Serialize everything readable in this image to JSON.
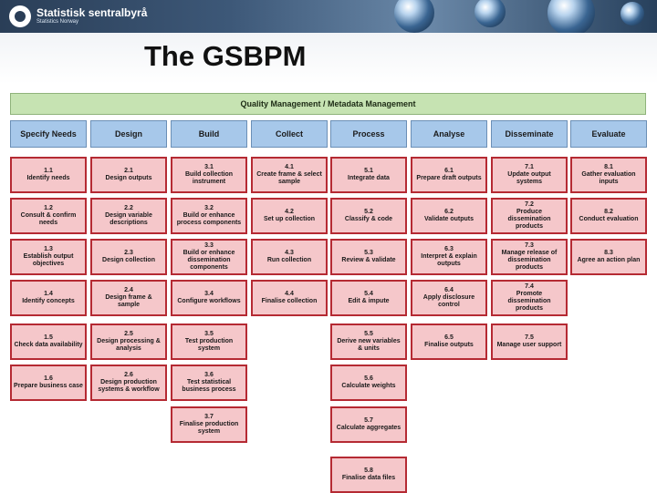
{
  "header": {
    "logo_name": "Statistisk sentralbyrå",
    "logo_sub": "Statistics Norway",
    "title": "The GSBPM"
  },
  "qm_label": "Quality Management / Metadata Management",
  "phases": [
    {
      "label": "Specify Needs",
      "subs": [
        {
          "num": "1.1",
          "label": "Identify needs"
        },
        {
          "num": "1.2",
          "label": "Consult & confirm needs"
        },
        {
          "num": "1.3",
          "label": "Establish output objectives"
        },
        {
          "num": "1.4",
          "label": "Identify concepts"
        },
        {
          "num": "1.5",
          "label": "Check data availability"
        },
        {
          "num": "1.6",
          "label": "Prepare business case"
        }
      ]
    },
    {
      "label": "Design",
      "subs": [
        {
          "num": "2.1",
          "label": "Design outputs"
        },
        {
          "num": "2.2",
          "label": "Design variable descriptions"
        },
        {
          "num": "2.3",
          "label": "Design collection"
        },
        {
          "num": "2.4",
          "label": "Design frame & sample"
        },
        {
          "num": "2.5",
          "label": "Design processing & analysis"
        },
        {
          "num": "2.6",
          "label": "Design production systems & workflow"
        }
      ]
    },
    {
      "label": "Build",
      "subs": [
        {
          "num": "3.1",
          "label": "Build collection instrument"
        },
        {
          "num": "3.2",
          "label": "Build or enhance process components"
        },
        {
          "num": "3.3",
          "label": "Build or enhance dissemination components"
        },
        {
          "num": "3.4",
          "label": "Configure workflows"
        },
        {
          "num": "3.5",
          "label": "Test production system"
        },
        {
          "num": "3.6",
          "label": "Test statistical business process"
        },
        {
          "num": "3.7",
          "label": "Finalise production system"
        }
      ]
    },
    {
      "label": "Collect",
      "subs": [
        {
          "num": "4.1",
          "label": "Create frame & select sample"
        },
        {
          "num": "4.2",
          "label": "Set up collection"
        },
        {
          "num": "4.3",
          "label": "Run collection"
        },
        {
          "num": "4.4",
          "label": "Finalise collection"
        }
      ]
    },
    {
      "label": "Process",
      "subs": [
        {
          "num": "5.1",
          "label": "Integrate data"
        },
        {
          "num": "5.2",
          "label": "Classify & code"
        },
        {
          "num": "5.3",
          "label": "Review & validate"
        },
        {
          "num": "5.4",
          "label": "Edit & impute"
        },
        {
          "num": "5.5",
          "label": "Derive new variables & units"
        },
        {
          "num": "5.6",
          "label": "Calculate weights"
        },
        {
          "num": "5.7",
          "label": "Calculate aggregates"
        },
        {
          "num": "5.8",
          "label": "Finalise data files"
        }
      ]
    },
    {
      "label": "Analyse",
      "subs": [
        {
          "num": "6.1",
          "label": "Prepare draft outputs"
        },
        {
          "num": "6.2",
          "label": "Validate outputs"
        },
        {
          "num": "6.3",
          "label": "Interpret & explain outputs"
        },
        {
          "num": "6.4",
          "label": "Apply disclosure control"
        },
        {
          "num": "6.5",
          "label": "Finalise outputs"
        }
      ]
    },
    {
      "label": "Disseminate",
      "subs": [
        {
          "num": "7.1",
          "label": "Update output systems"
        },
        {
          "num": "7.2",
          "label": "Produce dissemination products"
        },
        {
          "num": "7.3",
          "label": "Manage release of dissemination products"
        },
        {
          "num": "7.4",
          "label": "Promote dissemination products"
        },
        {
          "num": "7.5",
          "label": "Manage user support"
        }
      ]
    },
    {
      "label": "Evaluate",
      "subs": [
        {
          "num": "8.1",
          "label": "Gather evaluation inputs"
        },
        {
          "num": "8.2",
          "label": "Conduct evaluation"
        },
        {
          "num": "8.3",
          "label": "Agree an action plan"
        }
      ]
    }
  ]
}
